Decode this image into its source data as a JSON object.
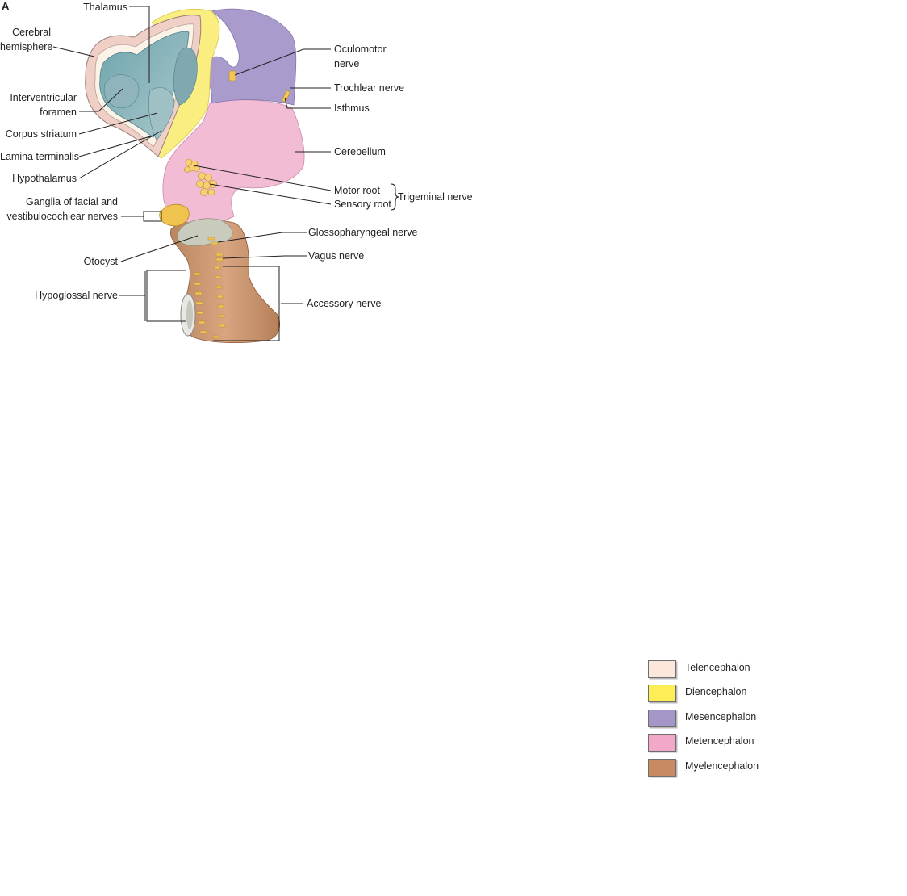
{
  "panel_label": "A",
  "labels": {
    "thalamus": "Thalamus",
    "cerebral_hemisphere": [
      "Cerebral",
      "hemisphere"
    ],
    "interventricular_foramen": [
      "Interventricular",
      "foramen"
    ],
    "corpus_striatum": "Corpus striatum",
    "lamina_terminalis": "Lamina terminalis",
    "hypothalamus": "Hypothalamus",
    "ganglia": [
      "Ganglia of facial and",
      "vestibulocochlear nerves"
    ],
    "otocyst": "Otocyst",
    "hypoglossal_nerve": "Hypoglossal nerve",
    "oculomotor_nerve": [
      "Oculomotor",
      "nerve"
    ],
    "trochlear_nerve": "Trochlear nerve",
    "isthmus": "Isthmus",
    "cerebellum": "Cerebellum",
    "motor_root": "Motor root",
    "sensory_root": "Sensory root",
    "trigeminal_nerve": "Trigeminal nerve",
    "glossopharyngeal_nerve": "Glossopharyngeal nerve",
    "vagus_nerve": "Vagus nerve",
    "accessory_nerve": "Accessory nerve"
  },
  "legend": [
    {
      "label": "Telencephalon",
      "color": "#fde7dc"
    },
    {
      "label": "Diencephalon",
      "color": "#fdee55"
    },
    {
      "label": "Mesencephalon",
      "color": "#a596c8"
    },
    {
      "label": "Metencephalon",
      "color": "#f2a9c9"
    },
    {
      "label": "Myelencephalon",
      "color": "#c98a63"
    }
  ]
}
